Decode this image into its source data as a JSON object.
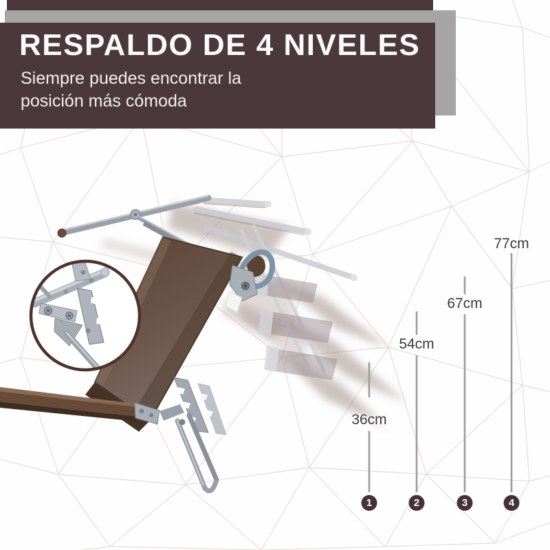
{
  "banner": {
    "title": "RESPALDO DE 4 NIVELES",
    "subtitle_lines": [
      "Siempre puedes encontrar la",
      "posición más cómoda"
    ]
  },
  "measurements": {
    "unit": "cm",
    "values_cm": [
      36,
      54,
      67,
      77
    ],
    "items": [
      {
        "level": "1",
        "label": "36cm"
      },
      {
        "level": "2",
        "label": "54cm"
      },
      {
        "level": "3",
        "label": "67cm"
      },
      {
        "level": "4",
        "label": "77cm"
      }
    ]
  },
  "colors": {
    "banner_brown": "#4a383c",
    "banner_gray": "#a8a3a5",
    "level_badge": "#453239",
    "measure_line": "#9c9c9c",
    "fabric_brown": "#5e4636",
    "frame_silver": "#a7adb5",
    "mesh_line": "#e8dbdb"
  }
}
